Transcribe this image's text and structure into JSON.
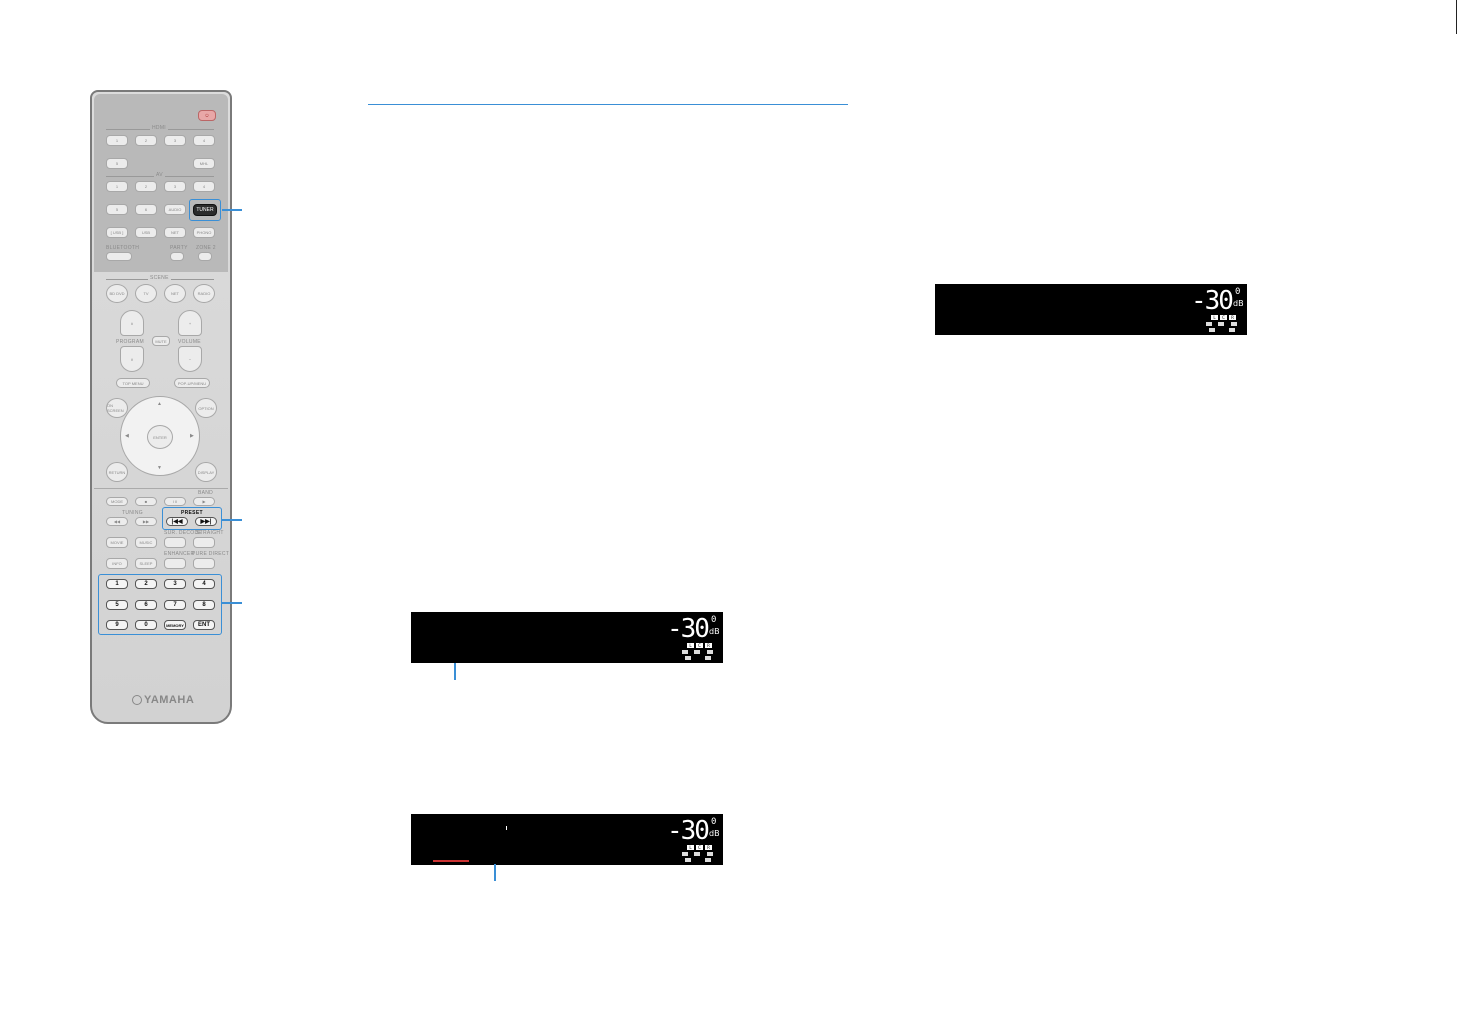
{
  "remote": {
    "power_icon": "power-icon",
    "hdmi_label": "HDMI",
    "hdmi_buttons": [
      "1",
      "2",
      "3",
      "4",
      "5",
      "MHL"
    ],
    "av_label": "AV",
    "av_buttons": [
      "1",
      "2",
      "3",
      "4",
      "5",
      "6"
    ],
    "audio_label": "AUDIO",
    "tuner_label": "TUNER",
    "usb_row": [
      "[ USB ]",
      "USB",
      "NET",
      "PHONO"
    ],
    "small_row": [
      "BLUETOOTH",
      "PARTY",
      "ZONE 2"
    ],
    "scene_label": "SCENE",
    "scene_buttons": [
      "BD DVD",
      "TV",
      "NET",
      "RADIO"
    ],
    "program_label": "PROGRAM",
    "mute_label": "MUTE",
    "volume_label": "VOLUME",
    "top_menu_label": "TOP MENU",
    "popup_menu_label": "POP-UP/MENU",
    "on_screen_label": "ON SCREEN",
    "option_label": "OPTION",
    "enter_label": "ENTER",
    "return_label": "RETURN",
    "display_label": "DISPLAY",
    "band_label": "BAND",
    "tuning_label": "TUNING",
    "preset_label": "PRESET",
    "mode_label": "MODE",
    "transport": [
      "MODE",
      "■",
      "I II"
    ],
    "sound_row": [
      "MOVIE",
      "MUSIC",
      "SUR. DECODE",
      "STRAIGHT"
    ],
    "enhancer_row": [
      "INFO",
      "SLEEP",
      "ENHANCER",
      "PURE DIRECT"
    ],
    "numpad": [
      "1",
      "2",
      "3",
      "4",
      "5",
      "6",
      "7",
      "8",
      "9",
      "0",
      "MEMORY",
      "ENT"
    ],
    "brand": "YAMAHA"
  },
  "display_top": {
    "volume": "-30",
    "decimal": "0",
    "unit": "dB",
    "speakers": [
      "L",
      "C",
      "R"
    ]
  },
  "display_mid": {
    "volume": "-30",
    "decimal": "0",
    "unit": "dB",
    "speakers": [
      "L",
      "C",
      "R"
    ]
  },
  "display_bottom": {
    "volume": "-30",
    "decimal": "0",
    "unit": "dB",
    "speakers": [
      "L",
      "C",
      "R"
    ]
  }
}
